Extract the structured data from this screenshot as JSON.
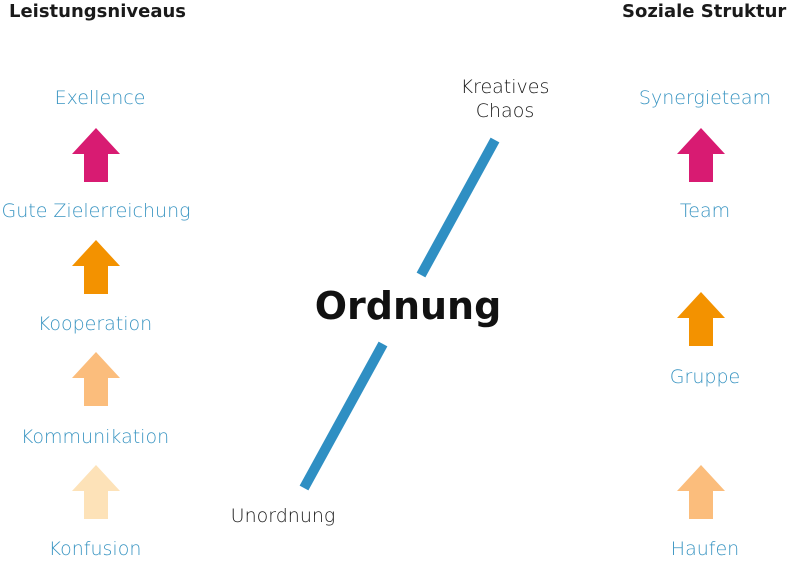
{
  "headings": {
    "left": "Leistungsniveaus",
    "right": "Soziale Struktur"
  },
  "left_levels": [
    "Exellence",
    "Gute Zielerreichung",
    "Kooperation",
    "Kommunikation",
    "Konfusion"
  ],
  "right_levels": [
    "Synergieteam",
    "Team",
    "Gruppe",
    "Haufen"
  ],
  "center": {
    "title": "Ordnung",
    "top_label_line1": "Kreatives",
    "top_label_line2": "Chaos",
    "bottom_label": "Unordnung"
  },
  "colors": {
    "label_blue": "#3a95c2",
    "line_blue": "#2f8fc3",
    "arrow_magenta": "#d81b72",
    "arrow_orange": "#f39200",
    "arrow_light_orange": "#fbbd7c",
    "arrow_pale": "#fde2b8"
  },
  "arrows": {
    "left": [
      "#d81b72",
      "#f39200",
      "#fbbd7c",
      "#fde2b8"
    ],
    "right": [
      "#d81b72",
      "#f39200",
      "#fbbd7c"
    ]
  }
}
